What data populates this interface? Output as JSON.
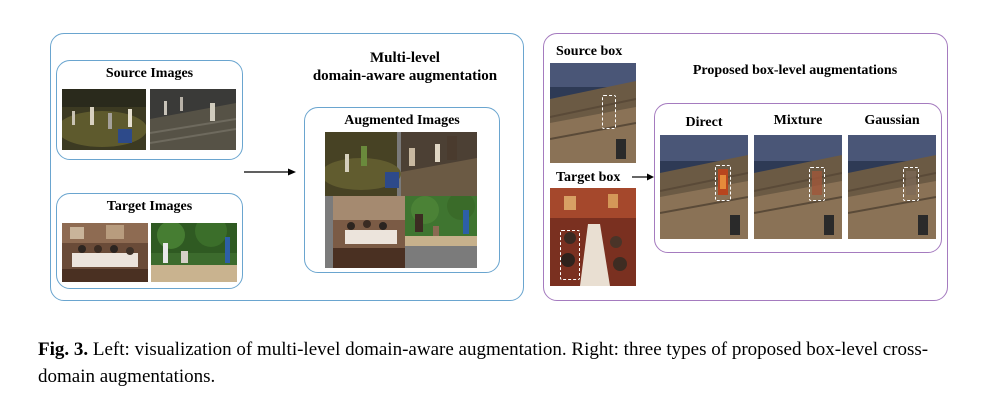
{
  "left": {
    "source_title": "Source Images",
    "target_title": "Target Images",
    "method_title_line1": "Multi-level",
    "method_title_line2": "domain-aware augmentation",
    "augmented_title": "Augmented Images"
  },
  "right": {
    "source_box_label": "Source box",
    "target_box_label": "Target box",
    "proposed_title": "Proposed box-level augmentations",
    "methods": [
      "Direct",
      "Mixture",
      "Gaussian"
    ]
  },
  "caption": {
    "fig_label": "Fig. 3.",
    "text": "Left: visualization of multi-level domain-aware augmentation. Right: three types of proposed box-level cross-domain augmentations."
  },
  "colors": {
    "left_frame": "#6aa5cf",
    "right_frame": "#a57bbf"
  }
}
